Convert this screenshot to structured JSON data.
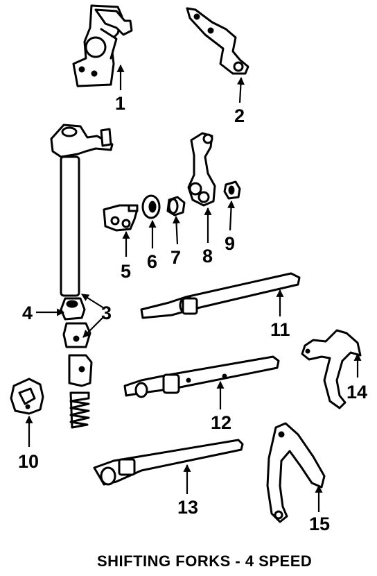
{
  "caption": "SHIFTING FORKS - 4 SPEED",
  "callouts": [
    {
      "id": "1",
      "label": "1"
    },
    {
      "id": "2",
      "label": "2"
    },
    {
      "id": "3",
      "label": "3"
    },
    {
      "id": "4",
      "label": "4"
    },
    {
      "id": "5",
      "label": "5"
    },
    {
      "id": "6",
      "label": "6"
    },
    {
      "id": "7",
      "label": "7"
    },
    {
      "id": "8",
      "label": "8"
    },
    {
      "id": "9",
      "label": "9"
    },
    {
      "id": "10",
      "label": "10"
    },
    {
      "id": "11",
      "label": "11"
    },
    {
      "id": "12",
      "label": "12"
    },
    {
      "id": "13",
      "label": "13"
    },
    {
      "id": "14",
      "label": "14"
    },
    {
      "id": "15",
      "label": "15"
    }
  ]
}
